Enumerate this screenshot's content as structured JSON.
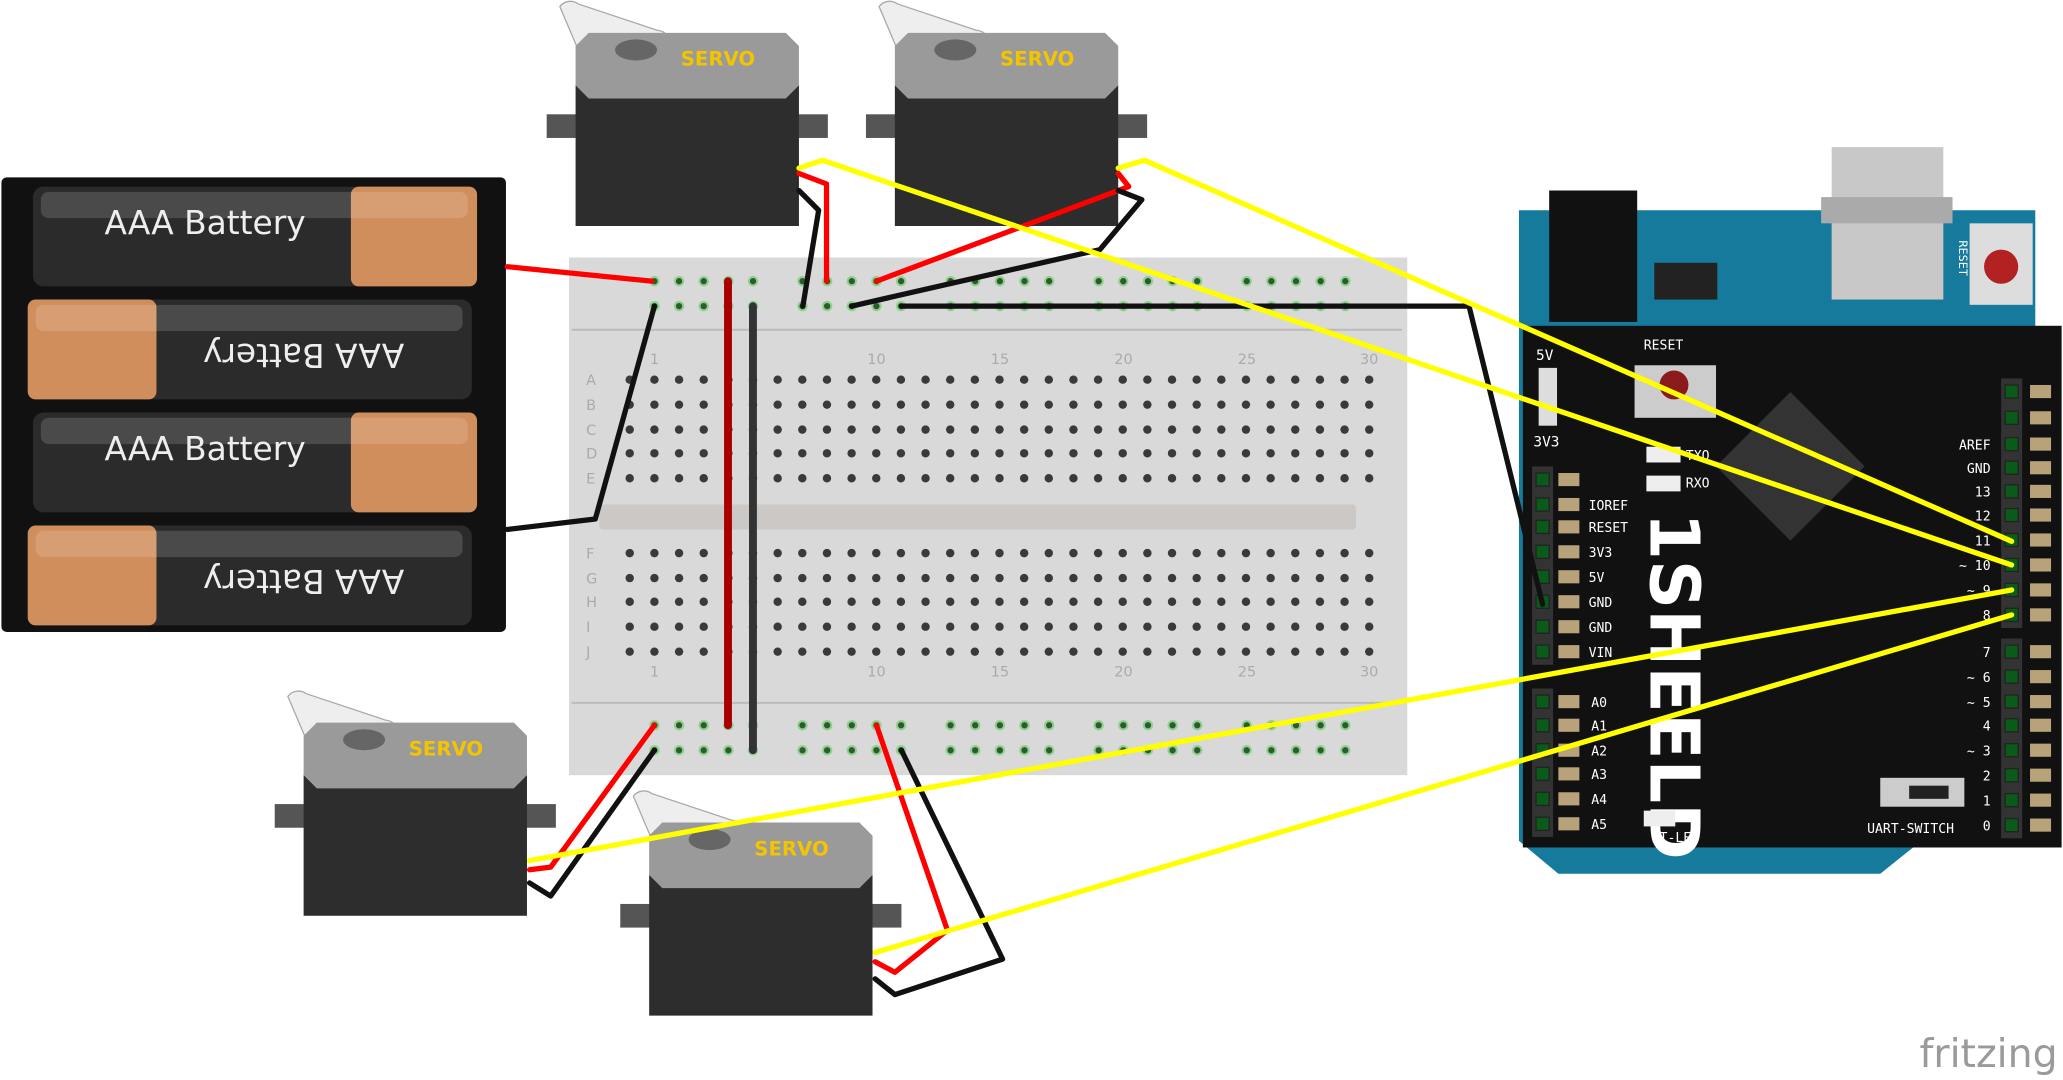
{
  "battery_pack": {
    "labels": [
      "AAA Battery",
      "AAA Battery",
      "AAA Battery",
      "AAA Battery"
    ]
  },
  "servos": [
    {
      "label": "SERVO"
    },
    {
      "label": "SERVO"
    },
    {
      "label": "SERVO"
    },
    {
      "label": "SERVO"
    }
  ],
  "breadboard": {
    "row_letters_top": [
      "A",
      "B",
      "C",
      "D",
      "E"
    ],
    "row_letters_bottom": [
      "F",
      "G",
      "H",
      "I",
      "J"
    ],
    "column_numbers": [
      "1",
      "10",
      "15",
      "20",
      "25",
      "30"
    ]
  },
  "arduino_shield": {
    "logo": "1SHEELD",
    "reset_label": "RESET",
    "side_reset_label": "RESET",
    "label_5v": "5V",
    "label_3v3_switch": "3V3",
    "txo": "TXO",
    "rxo": "RXO",
    "bt_led": "BT-LED",
    "uart_switch": "UART-SWITCH",
    "power_pins": [
      "IOREF",
      "RESET",
      "3V3",
      "5V",
      "GND",
      "GND",
      "VIN"
    ],
    "analog_pins": [
      "A0",
      "A1",
      "A2",
      "A3",
      "A4",
      "A5"
    ],
    "digital_pins_top": [
      "AREF",
      "GND",
      "13",
      "12",
      "11",
      "~ 10",
      "~ 9",
      "8"
    ],
    "digital_pins_bottom": [
      "7",
      "~ 6",
      "~ 5",
      "4",
      "~ 3",
      "2",
      "1",
      "0"
    ]
  },
  "colors": {
    "wire_red": "#ff0000",
    "wire_black": "#111111",
    "wire_yellow": "#ffff00",
    "board_blue": "#167a9c",
    "servo_label": "#f5c400"
  },
  "watermark": "fritzing"
}
